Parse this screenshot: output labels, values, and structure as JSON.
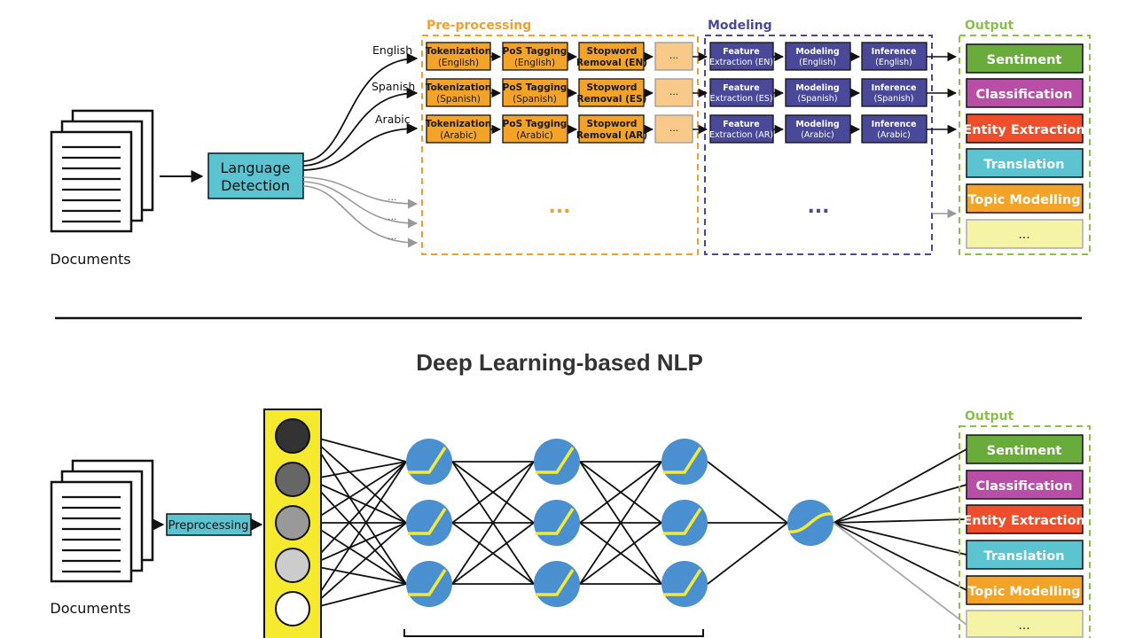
{
  "top": {
    "documents_label": "Documents",
    "language_detection": [
      "Language",
      "Detection"
    ],
    "languages": [
      "English",
      "Spanish",
      "Arabic"
    ],
    "extra_branches": [
      "...",
      "...",
      "..."
    ],
    "sections": {
      "preprocessing": "Pre-processing",
      "modeling": "Modeling",
      "output": "Output"
    },
    "rows": [
      {
        "pre": [
          [
            "Tokenization",
            "(English)"
          ],
          [
            "PoS Tagging",
            "(English)"
          ],
          [
            "Stopword",
            "Removal (EN)"
          ],
          [
            "..."
          ]
        ],
        "mod": [
          [
            "Feature",
            "Extraction (EN)"
          ],
          [
            "Modeling",
            "(English)"
          ],
          [
            "Inference",
            "(English)"
          ]
        ]
      },
      {
        "pre": [
          [
            "Tokenization",
            "(Spanish)"
          ],
          [
            "PoS Tagging",
            "(Spanish)"
          ],
          [
            "Stopword",
            "Removal (ES)"
          ],
          [
            "..."
          ]
        ],
        "mod": [
          [
            "Feature",
            "Extraction (ES)"
          ],
          [
            "Modeling",
            "(Spanish)"
          ],
          [
            "Inference",
            "(Spanish)"
          ]
        ]
      },
      {
        "pre": [
          [
            "Tokenization",
            "(Arabic)"
          ],
          [
            "PoS Tagging",
            "(Arabic)"
          ],
          [
            "Stopword",
            "Removal (AR)"
          ],
          [
            "..."
          ]
        ],
        "mod": [
          [
            "Feature",
            "Extraction (AR)"
          ],
          [
            "Modeling",
            "(Arabic)"
          ],
          [
            "Inference",
            "(Arabic)"
          ]
        ]
      }
    ],
    "pre_ellipsis": "...",
    "mod_ellipsis": "...",
    "outputs": [
      {
        "label": "Sentiment",
        "color": "#6aac3c"
      },
      {
        "label": "Classification",
        "color": "#b94ea6"
      },
      {
        "label": "Entity Extraction",
        "color": "#ee4e2b"
      },
      {
        "label": "Translation",
        "color": "#5bc4d0"
      },
      {
        "label": "Topic Modelling",
        "color": "#f3a327"
      },
      {
        "label": "...",
        "color": "#f4f3a6"
      }
    ]
  },
  "bottom": {
    "title": "Deep Learning-based NLP",
    "documents_label": "Documents",
    "preprocessing": "Preprocessing",
    "output_label": "Output",
    "input_node_shades": [
      "#333333",
      "#666666",
      "#999999",
      "#cccccc",
      "#ffffff"
    ],
    "outputs": [
      {
        "label": "Sentiment",
        "color": "#6aac3c"
      },
      {
        "label": "Classification",
        "color": "#b94ea6"
      },
      {
        "label": "Entity Extraction",
        "color": "#ee4e2b"
      },
      {
        "label": "Translation",
        "color": "#5bc4d0"
      },
      {
        "label": "Topic Modelling",
        "color": "#f3a327"
      },
      {
        "label": "...",
        "color": "#f4f3a6"
      }
    ]
  },
  "colors": {
    "pre_box": "#f3a327",
    "pre_box_light": "#f9c98a",
    "pre_section": "#f0a030",
    "mod_box": "#4a4898",
    "mod_section": "#4a4898",
    "out_section": "#8cbf4a",
    "lang_detect": "#5bc4d0",
    "input_layer": "#f5ea2e",
    "neuron": "#4a8fd0",
    "neuron_curve": "#f2ea3a"
  }
}
